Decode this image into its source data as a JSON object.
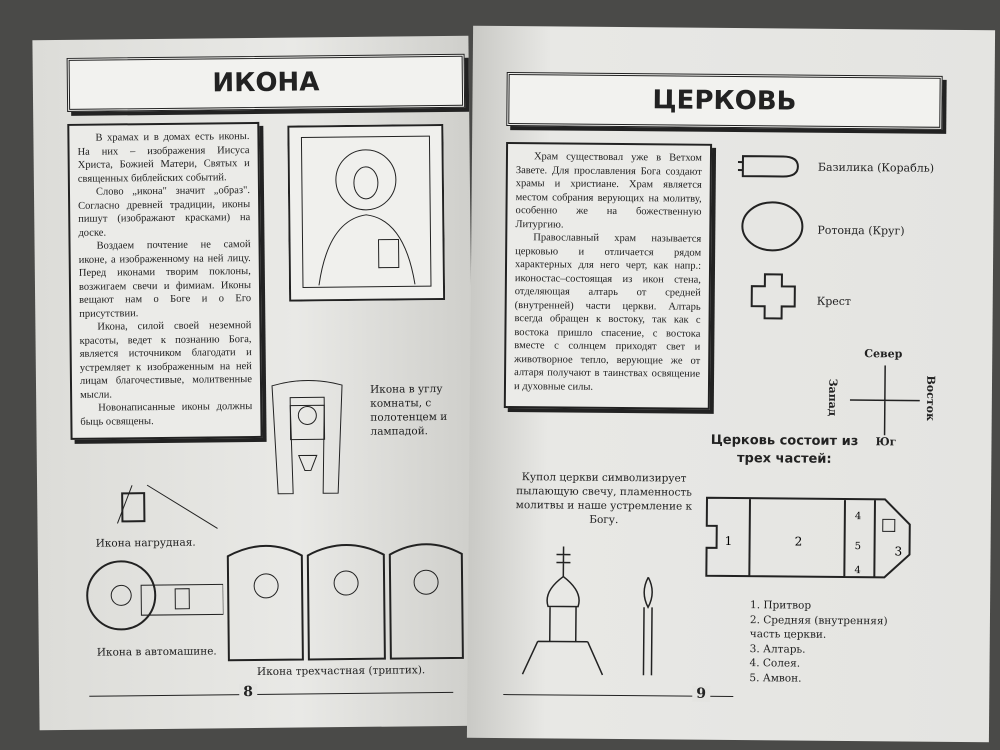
{
  "left_page": {
    "title": "ИКОНА",
    "paragraphs": [
      "В храмах и в домах есть иконы. На них – изображения Иисуса Христа, Божией Матери, Святых и священных библейских событий.",
      "Слово „икона\" значит „образ\". Согласно древней традиции, иконы пишут (изображают красками) на доске.",
      "Воздаем почтение не самой иконе, а изображенному на ней лицу. Перед иконами творим поклоны, возжигаем свечи и фимиам. Иконы вещают нам о Боге и о Его присутствии.",
      "Икона, силой своей неземной красоты, ведет к познанию Бога, является источником благодати и устремляет к изображенным на ней лицам благочестивые, молитвенные мысли.",
      "Новонаписанные иконы должны быць освящены."
    ],
    "icon_caption_corner": "Икона в углу комнаты, с полотенцем и лампадой.",
    "caption_chest": "Икона нагрудная.",
    "caption_car": "Икона в автомашине.",
    "caption_triptych": "Икона трехчастная (триптих).",
    "page_number": "8"
  },
  "right_page": {
    "title": "ЦЕРКОВЬ",
    "paragraphs": [
      "Храм существовал уже в Ветхом Завете. Для прославления Бога создают храмы и христиане. Храм является местом собрания верующих на молитву, особенно же на божественную Литургию.",
      "Православный храм называется церковью и отличается рядом характерных для него черт, как напр.: иконостас–состоящая из икон стена, отделяющая алтарь от средней (внутренней) части церкви. Алтарь всегда обращен к востоку, так как с востока пришло спасение, с востока вместе с солнцем приходят свет и животворное тепло, верующие же от алтаря получают в таинствах освящение и духовные силы."
    ],
    "plans": [
      "Базилика (Корабль)",
      "Ротонда (Круг)",
      "Крест"
    ],
    "compass": {
      "north": "Север",
      "west": "Запад",
      "east": "Восток",
      "south": "Юг"
    },
    "parts_heading": "Церковь состоит из трех частей:",
    "dome_text": "Купол церкви символизирует пылающую свечу, пламенность молитвы и наше устремление к Богу.",
    "plan_numbers": [
      "1",
      "2",
      "4",
      "5",
      "4",
      "3"
    ],
    "parts_list": [
      "1. Притвор",
      "2. Средняя (внутренняя) часть церкви.",
      "3. Алтарь.",
      "4. Солея.",
      "5. Амвон."
    ],
    "page_number": "9"
  }
}
